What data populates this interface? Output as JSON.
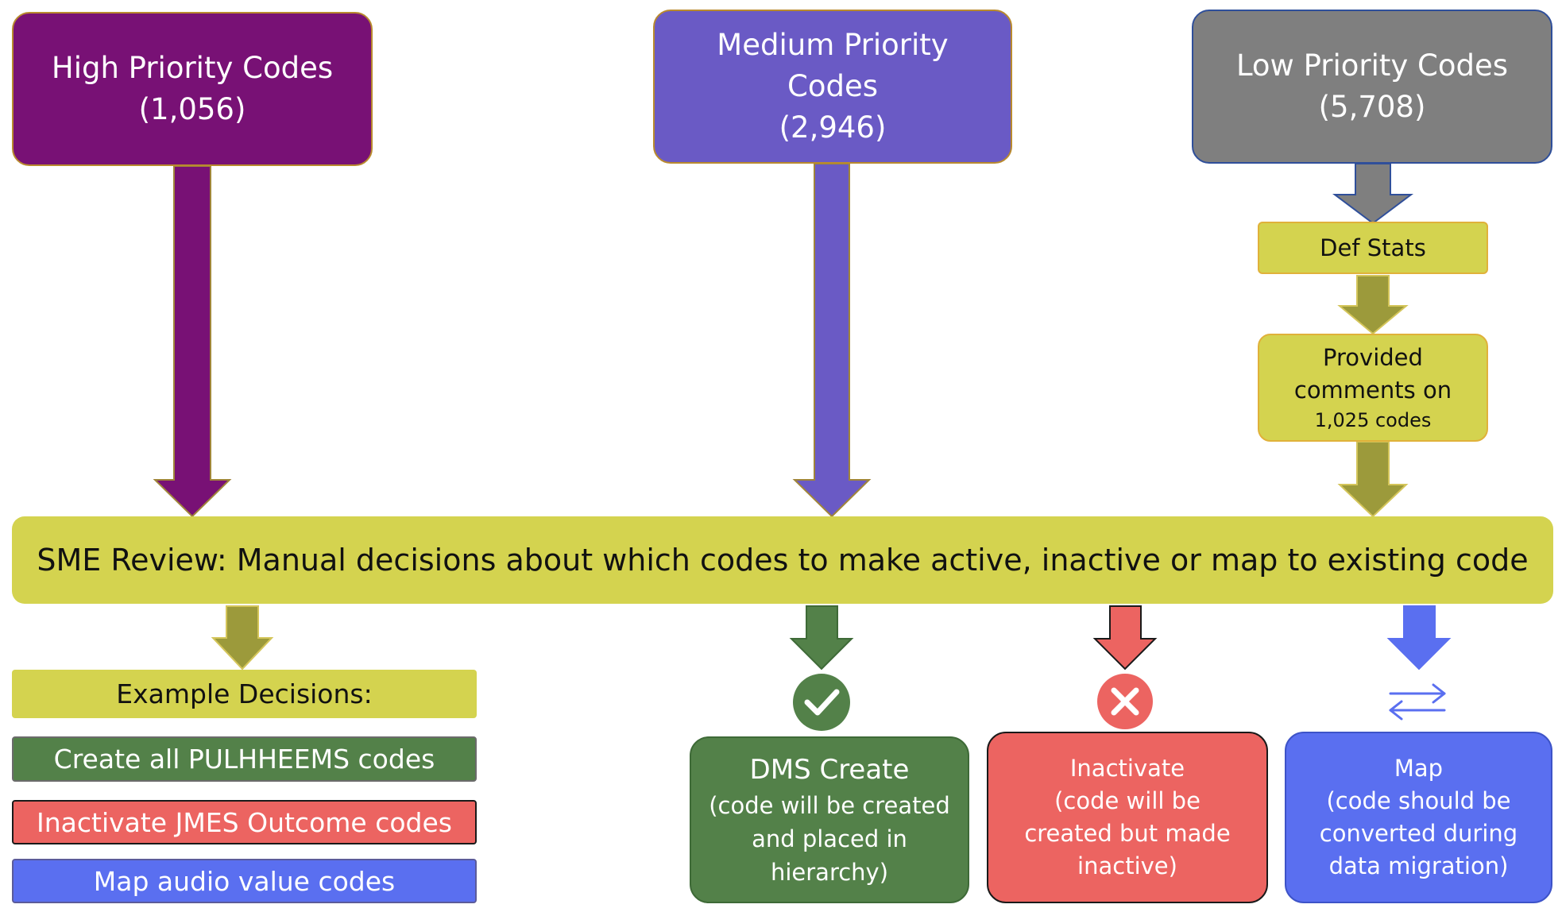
{
  "colors": {
    "high": "#781175",
    "medium": "#6a5ac5",
    "low": "#7f7f7f",
    "review": "#d4d34f",
    "review_arrow": "#9c9a3b",
    "create": "#538149",
    "inactivate": "#ec6461",
    "map": "#5a6ff0"
  },
  "priority_boxes": {
    "high": {
      "lines": [
        "High Priority Codes",
        "(1,056)"
      ]
    },
    "medium": {
      "lines": [
        "Medium Priority",
        "Codes",
        "(2,946)"
      ]
    },
    "low": {
      "lines": [
        "Low Priority Codes",
        "(5,708)"
      ]
    }
  },
  "def_stats": {
    "label": "Def Stats"
  },
  "provided_comments": {
    "line1": "Provided",
    "line2": "comments on",
    "line3": "1,025 codes"
  },
  "sme_review": {
    "label": "SME Review: Manual decisions about which codes to make active, inactive or map to existing code"
  },
  "example_decisions": {
    "title": "Example Decisions:",
    "items": [
      {
        "label": "Create all PULHHEEMS codes"
      },
      {
        "label": "Inactivate JMES Outcome codes"
      },
      {
        "label": "Map audio value codes"
      }
    ]
  },
  "outcomes": {
    "create": {
      "icon": "check-circle-icon",
      "title": "DMS Create",
      "lines": [
        "(code will be created",
        "and placed in",
        "hierarchy)"
      ]
    },
    "inactivate": {
      "icon": "x-circle-icon",
      "lines": [
        "Inactivate",
        "(code will be",
        "created but made",
        "inactive)"
      ]
    },
    "map": {
      "icon": "swap-arrows-icon",
      "lines": [
        "Map",
        "(code should be",
        "converted during",
        "data migration)"
      ]
    }
  }
}
